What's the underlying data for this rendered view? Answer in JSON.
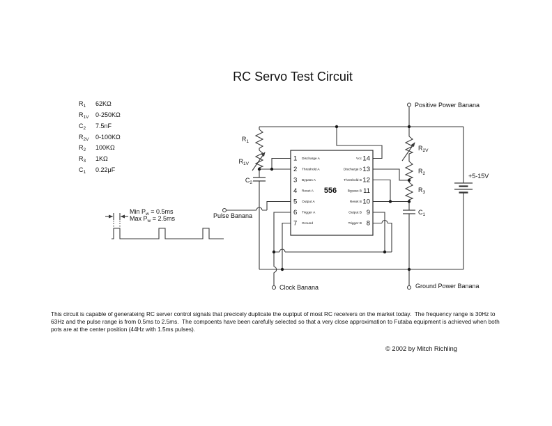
{
  "title": "RC Servo Test Circuit",
  "parts_list": [
    {
      "ref": "R",
      "sub": "1",
      "value": "62KΩ"
    },
    {
      "ref": "R",
      "sub": "1V",
      "value": "0-250KΩ"
    },
    {
      "ref": "C",
      "sub": "2",
      "value": "7.5nF"
    },
    {
      "ref": "R",
      "sub": "2V",
      "value": "0-100KΩ"
    },
    {
      "ref": "R",
      "sub": "2",
      "value": "100KΩ"
    },
    {
      "ref": "R",
      "sub": "3",
      "value": "1KΩ"
    },
    {
      "ref": "C",
      "sub": "1",
      "value": "0.22μF"
    }
  ],
  "ic": {
    "name": "556",
    "pins_left": [
      {
        "num": "1",
        "label": "Discharge A"
      },
      {
        "num": "2",
        "label": "Threshold A"
      },
      {
        "num": "3",
        "label": "Bypass A"
      },
      {
        "num": "4",
        "label": "Reset A"
      },
      {
        "num": "5",
        "label": "Output A"
      },
      {
        "num": "6",
        "label": "Trigger A"
      },
      {
        "num": "7",
        "label": "Ground"
      }
    ],
    "pins_right": [
      {
        "num": "14",
        "label": "Vcc"
      },
      {
        "num": "13",
        "label": "Discharge B"
      },
      {
        "num": "12",
        "label": "Threshold B"
      },
      {
        "num": "11",
        "label": "Bypass B"
      },
      {
        "num": "10",
        "label": "Reset B"
      },
      {
        "num": "9",
        "label": "Output B"
      },
      {
        "num": "8",
        "label": "Trigger B"
      }
    ]
  },
  "connectors": {
    "positive": "Positive Power Banana",
    "pulse": "Pulse Banana",
    "clock": "Clock Banana",
    "ground": "Ground Power Banana"
  },
  "power_label": "+5-15V",
  "waveform": {
    "min_pre": "Min  P",
    "min_sub": "w",
    "min_post": " = 0.5ms",
    "max_pre": "Max P",
    "max_sub": "w",
    "max_post": " = 2.5ms"
  },
  "description": "This circuit is capable of generateing RC server control signals that precicely duplicate the ouptput of most RC receivers on the market today.  The frequency range is 30Hz to 63Hz and the pulse range is from 0.5ms to 2.5ms.  The compoents have been carefully selected so that a very close approximation to Futaba equipment is achieved when both pots are at the center position (44Hz with 1.5ms pulses).",
  "copyright": "© 2002 by Mitch Richling"
}
